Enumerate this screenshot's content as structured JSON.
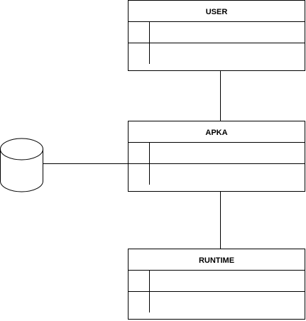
{
  "diagram": {
    "entities": [
      {
        "id": "user",
        "title": "USER"
      },
      {
        "id": "apka",
        "title": "APKA"
      },
      {
        "id": "runtime",
        "title": "RUNTIME"
      }
    ],
    "connections": [
      {
        "from": "user",
        "to": "apka"
      },
      {
        "from": "apka",
        "to": "runtime"
      },
      {
        "from": "database",
        "to": "apka"
      }
    ],
    "database": {
      "label": ""
    }
  }
}
